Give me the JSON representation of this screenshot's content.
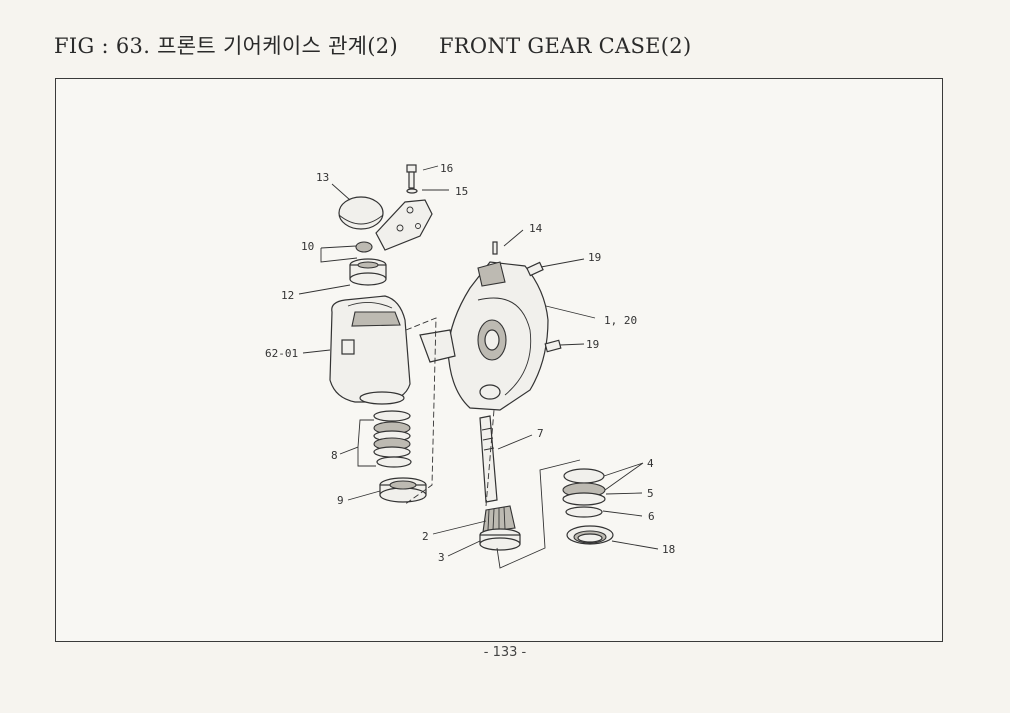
{
  "title": {
    "fig": "FIG : 63.",
    "korean": "프론트 기어케이스 관계(2)",
    "english": "FRONT GEAR CASE(2)"
  },
  "labels": {
    "p1_20": "1, 20",
    "p2": "2",
    "p3": "3",
    "p4": "4",
    "p5": "5",
    "p6": "6",
    "p7": "7",
    "p8": "8",
    "p9": "9",
    "p10": "10",
    "p12": "12",
    "p13": "13",
    "p14": "14",
    "p15": "15",
    "p16": "16",
    "p18": "18",
    "p19a": "19",
    "p19b": "19",
    "p62_01": "62-01"
  },
  "page_number": "-  133  -"
}
